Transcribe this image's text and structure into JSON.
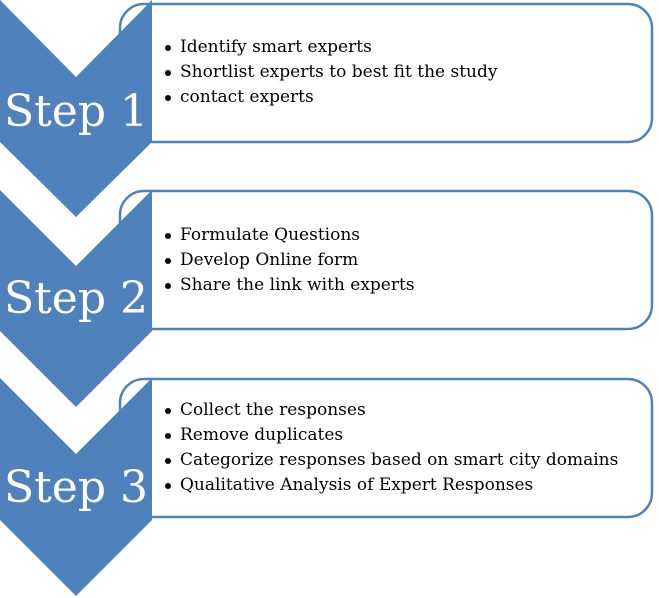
{
  "colors": {
    "chevron_fill": "#4f81bd",
    "box_border": "#4f81bd",
    "box_fill": "#ffffff",
    "label_text": "#ffffff",
    "bullet_text": "#000000"
  },
  "steps": [
    {
      "label": "Step 1",
      "items": [
        "Identify smart experts",
        "Shortlist experts to best fit the study",
        "contact experts"
      ]
    },
    {
      "label": "Step 2",
      "items": [
        "Formulate Questions",
        "Develop Online form",
        "Share the link with experts"
      ]
    },
    {
      "label": "Step 3",
      "items": [
        "Collect the responses",
        "Remove duplicates",
        "Categorize responses based on smart city domains",
        "Qualitative Analysis of Expert Responses"
      ]
    }
  ]
}
